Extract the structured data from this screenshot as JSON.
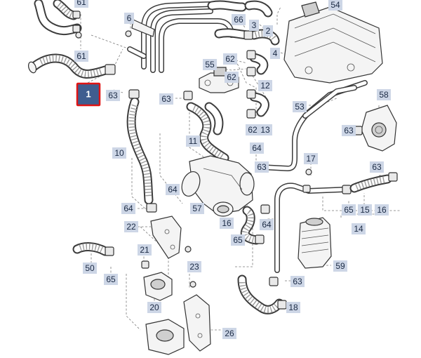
{
  "highlighted_part": "1",
  "callouts": [
    {
      "id": "c-61-top",
      "label": "61"
    },
    {
      "id": "c-61-mid",
      "label": "61"
    },
    {
      "id": "c-6",
      "label": "6"
    },
    {
      "id": "c-66",
      "label": "66"
    },
    {
      "id": "c-3",
      "label": "3"
    },
    {
      "id": "c-54",
      "label": "54"
    },
    {
      "id": "c-2",
      "label": "2"
    },
    {
      "id": "c-62-a",
      "label": "62"
    },
    {
      "id": "c-4",
      "label": "4"
    },
    {
      "id": "c-55",
      "label": "55"
    },
    {
      "id": "c-62-b",
      "label": "62"
    },
    {
      "id": "c-12",
      "label": "12"
    },
    {
      "id": "c-63-a",
      "label": "63"
    },
    {
      "id": "c-63-b",
      "label": "63"
    },
    {
      "id": "c-63-c",
      "label": "63"
    },
    {
      "id": "c-53",
      "label": "53"
    },
    {
      "id": "c-58",
      "label": "58"
    },
    {
      "id": "c-13",
      "label": "13"
    },
    {
      "id": "c-62-c",
      "label": "62"
    },
    {
      "id": "c-63-d",
      "label": "63"
    },
    {
      "id": "c-11",
      "label": "11"
    },
    {
      "id": "c-10",
      "label": "10"
    },
    {
      "id": "c-64-a",
      "label": "64"
    },
    {
      "id": "c-17",
      "label": "17"
    },
    {
      "id": "c-63-e",
      "label": "63"
    },
    {
      "id": "c-64-b",
      "label": "64"
    },
    {
      "id": "c-57",
      "label": "57"
    },
    {
      "id": "c-64-c",
      "label": "64"
    },
    {
      "id": "c-65-a",
      "label": "65"
    },
    {
      "id": "c-15",
      "label": "15"
    },
    {
      "id": "c-16-a",
      "label": "16"
    },
    {
      "id": "c-22",
      "label": "22"
    },
    {
      "id": "c-16-b",
      "label": "16"
    },
    {
      "id": "c-64-d",
      "label": "64"
    },
    {
      "id": "c-14",
      "label": "14"
    },
    {
      "id": "c-65-b",
      "label": "65"
    },
    {
      "id": "c-21",
      "label": "21"
    },
    {
      "id": "c-50",
      "label": "50"
    },
    {
      "id": "c-59",
      "label": "59"
    },
    {
      "id": "c-23",
      "label": "23"
    },
    {
      "id": "c-65-c",
      "label": "65"
    },
    {
      "id": "c-63-f",
      "label": "63"
    },
    {
      "id": "c-20",
      "label": "20"
    },
    {
      "id": "c-18",
      "label": "18"
    },
    {
      "id": "c-26",
      "label": "26"
    }
  ]
}
